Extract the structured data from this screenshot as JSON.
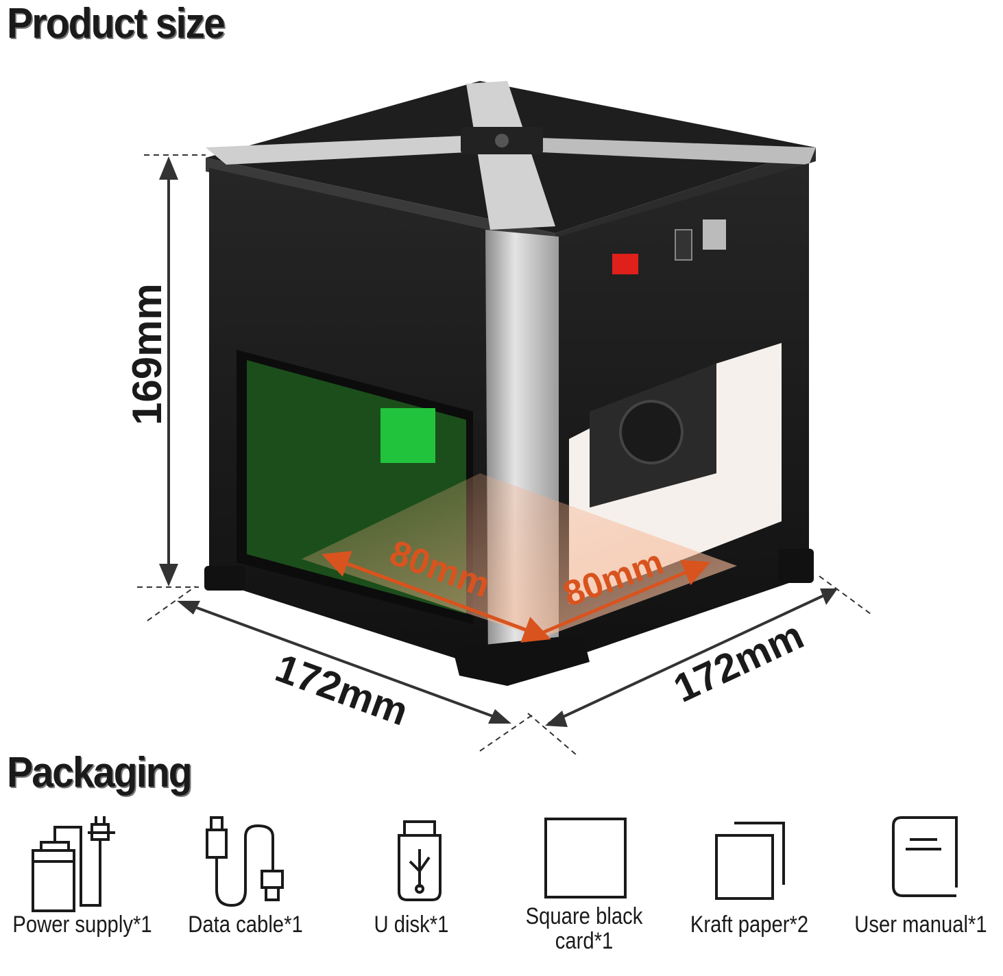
{
  "headings": {
    "product_size": "Product size",
    "packaging": "Packaging"
  },
  "dimensions": {
    "height": "169mm",
    "width_left": "172mm",
    "width_right": "172mm",
    "work_area_left": "80mm",
    "work_area_right": "80mm"
  },
  "colors": {
    "body": "#1b1b1b",
    "frame": "#c9c9c9",
    "accent_orange": "#d9531e",
    "window_green": "#1f5a1f",
    "switch_red": "#e0201a"
  },
  "packaging": [
    {
      "label": "Power supply*1",
      "icon": "power-supply-icon"
    },
    {
      "label": "Data cable*1",
      "icon": "data-cable-icon"
    },
    {
      "label": "U disk*1",
      "icon": "usb-disk-icon"
    },
    {
      "label": "Square black card*1",
      "icon": "square-card-icon"
    },
    {
      "label": "Kraft paper*2",
      "icon": "kraft-paper-icon"
    },
    {
      "label": "User manual*1",
      "icon": "user-manual-icon"
    }
  ]
}
